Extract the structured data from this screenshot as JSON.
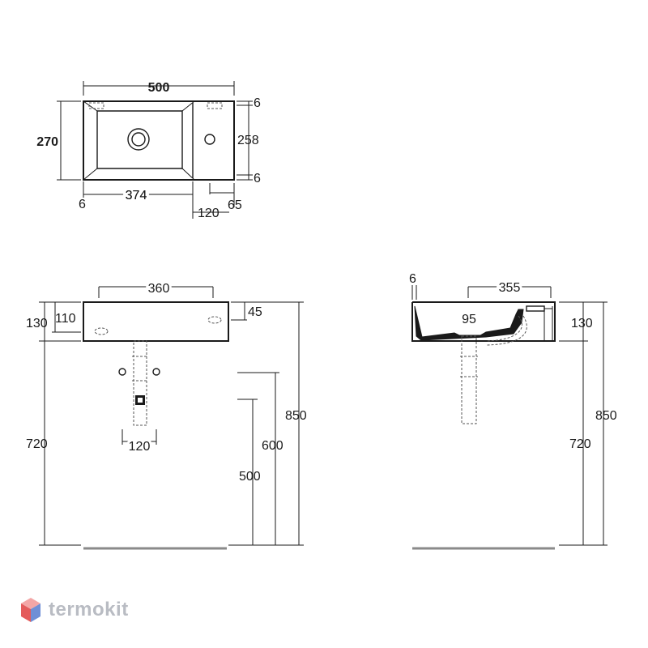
{
  "top_view": {
    "width": "500",
    "depth": "270",
    "inner_depth": "258",
    "edge_top": "6",
    "edge_bottom": "6",
    "left_offset": "6",
    "basin_width": "374",
    "deck_width": "120",
    "tap_offset": "65"
  },
  "front_view": {
    "width": "360",
    "total_height": "130",
    "inner_height": "110",
    "overflow": "45",
    "trap_spacing": "120",
    "under_height": "720",
    "h_500": "500",
    "h_600": "600",
    "h_850": "850"
  },
  "side_view": {
    "rim": "6",
    "depth": "355",
    "drain_offset": "95",
    "height": "130",
    "under_height": "720",
    "total": "850"
  },
  "brand": {
    "name": "termokit",
    "colors": {
      "cube_top": "#f3a6a6",
      "cube_left": "#e45b5b",
      "cube_right": "#6f8fd6",
      "text": "#b9bcc3"
    }
  }
}
